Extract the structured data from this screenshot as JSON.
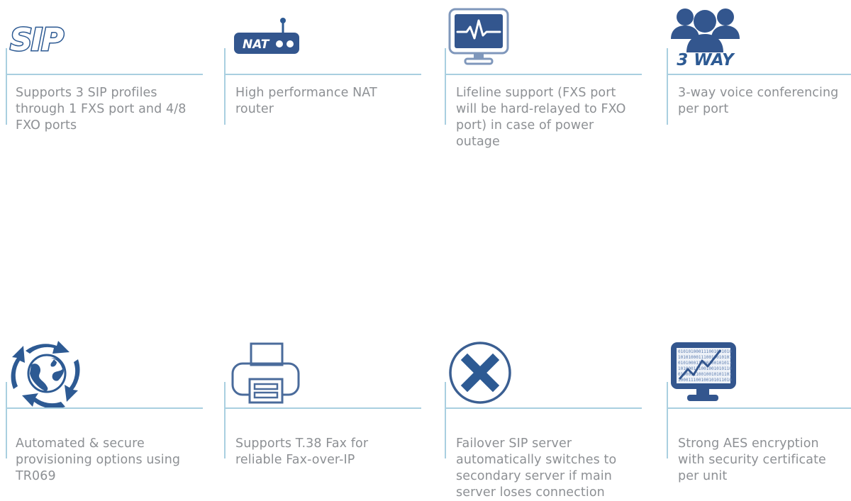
{
  "theme": {
    "accent_blue": "#2d5a93",
    "rule_blue": "#a9cfe0",
    "text_gray": "#8d9094",
    "background": "#ffffff"
  },
  "features": [
    {
      "id": "sip-profiles",
      "icon": "sip-logo-icon",
      "icon_label": "SIP",
      "text": "Supports 3 SIP profiles through 1 FXS port and 4/8 FXO ports"
    },
    {
      "id": "nat-router",
      "icon": "nat-router-icon",
      "icon_label": "NAT",
      "text": "High performance NAT router"
    },
    {
      "id": "lifeline-support",
      "icon": "monitor-waveform-icon",
      "icon_label": "",
      "text": "Lifeline support (FXS port will be hard-relayed to FXO port) in case of power outage"
    },
    {
      "id": "three-way-conferencing",
      "icon": "three-people-icon",
      "icon_label": "3 WAY",
      "text": "3-way voice conferencing per port"
    },
    {
      "id": "provisioning",
      "icon": "globe-refresh-icon",
      "icon_label": "",
      "text": "Automated & secure provisioning options using TR069"
    },
    {
      "id": "t38-fax",
      "icon": "printer-fax-icon",
      "icon_label": "",
      "text": "Supports T.38 Fax for reliable Fax-over-IP"
    },
    {
      "id": "failover-sip",
      "icon": "circle-x-icon",
      "icon_label": "",
      "text": "Failover SIP server automatically switches to secondary server if main server loses connection"
    },
    {
      "id": "aes-encryption",
      "icon": "monitor-binary-chart-icon",
      "icon_label": "",
      "text": "Strong AES encryption with security certificate per unit"
    }
  ]
}
